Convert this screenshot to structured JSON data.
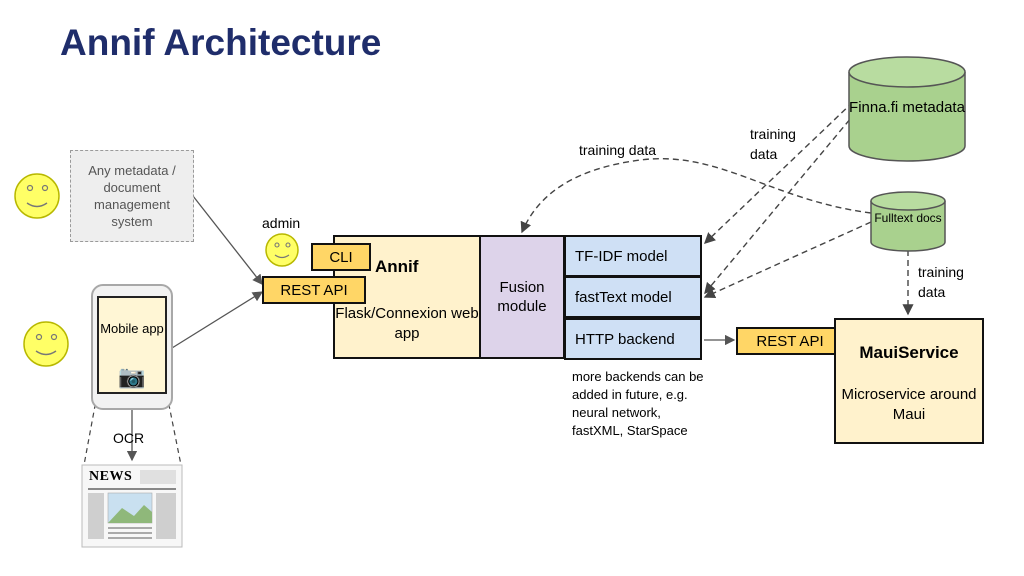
{
  "title": "Annif Architecture",
  "metadata_system": "Any metadata / document management system",
  "mobile_app": "Mobile app",
  "ocr_label": "OCR",
  "newspaper_text": "NEWS",
  "admin_label": "admin",
  "cli_label": "CLI",
  "rest_api_label": "REST API",
  "annif": {
    "title": "Annif",
    "subtitle": "Flask/Connexion web app"
  },
  "fusion_module": "Fusion module",
  "backends": [
    "TF-IDF model",
    "fastText model",
    "HTTP backend"
  ],
  "backends_note": "more backends can be added in future, e.g. neural network, fastXML, StarSpace",
  "training_data_label": "training data",
  "finna": "Finna.fi metadata",
  "fulltext": "Fulltext docs",
  "maui_rest_api_label": "REST API",
  "mauiservice": {
    "title": "MauiService",
    "subtitle": "Microservice around Maui"
  },
  "colors": {
    "title": "#1f2d6b",
    "annif_fill": "#fff2cc",
    "fusion_fill": "#ddd3ea",
    "model_fill": "#cfe0f5",
    "api_fill": "#ffd666",
    "cylinder_fill": "#a9d18e",
    "face_fill": "#ffff66"
  }
}
